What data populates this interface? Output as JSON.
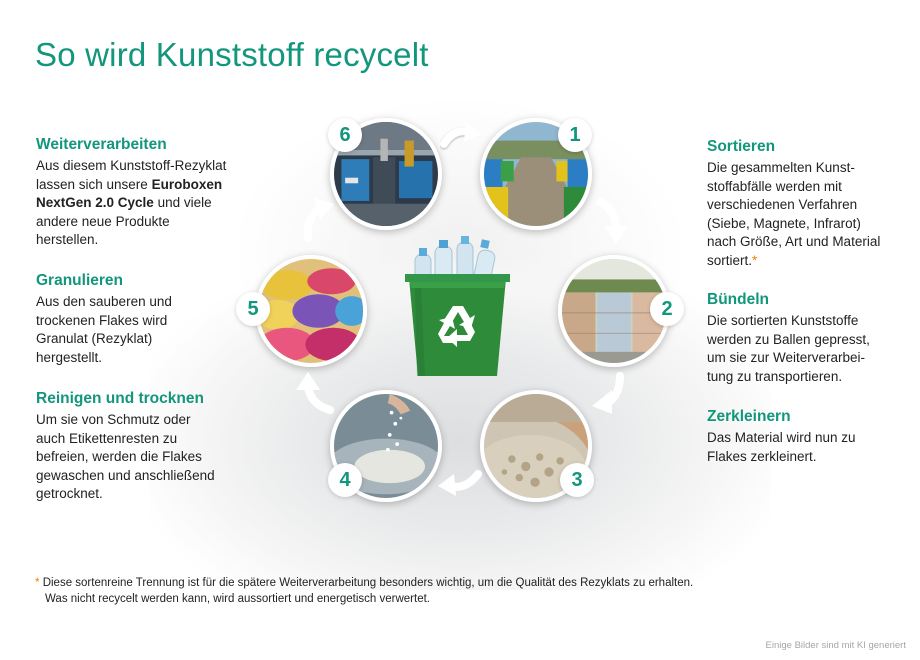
{
  "title": "So wird Kunststoff recycelt",
  "steps": [
    {
      "number": "1",
      "heading": "Sortieren",
      "text_before": "Die gesammelten Kunst-stoffabfälle werden mit verschiedenen Verfahren (Siebe, Magnete, Infrarot) nach Größe, Art und Material sortiert.",
      "marker": "*"
    },
    {
      "number": "2",
      "heading": "Bündeln",
      "text": "Die sortierten Kunststoffe werden zu Ballen gepresst, um sie zur Weiterverarbei-tung zu transportieren."
    },
    {
      "number": "3",
      "heading": "Zerkleinern",
      "text": "Das Material wird nun zu Flakes zerkleinert."
    },
    {
      "number": "4",
      "heading": "Reinigen und trocknen",
      "text": "Um sie von Schmutz oder auch Etikettenresten zu befreien, werden die Flakes gewaschen und anschließend getrocknet."
    },
    {
      "number": "5",
      "heading": "Granulieren",
      "text": "Aus den sauberen und trockenen Flakes wird Granulat (Rezyklat) hergestellt."
    },
    {
      "number": "6",
      "heading": "Weiterverarbeiten",
      "text_before": "Aus diesem Kunststoff-Rezyklat lassen sich unsere",
      "bold": "Euroboxen NextGen 2.0 Cycle",
      "text_after": "und viele andere neue Produkte herstellen."
    }
  ],
  "footnote": {
    "marker": "*",
    "line1": "Diese sortenreine Trennung ist für die spätere Weiterverarbeitung besonders wichtig, um die Qualität des Rezyklats zu erhalten.",
    "line2": "Was nicht recycelt werden kann, wird aussortiert und energetisch verwertet."
  },
  "credit": "Einige Bilder sind mit KI generiert",
  "colors": {
    "accent": "#12967c",
    "marker": "#f07d00",
    "bin": "#2e8b3a"
  },
  "icons": {
    "center": "recycling-bin",
    "arrows": "curved-arrow"
  }
}
